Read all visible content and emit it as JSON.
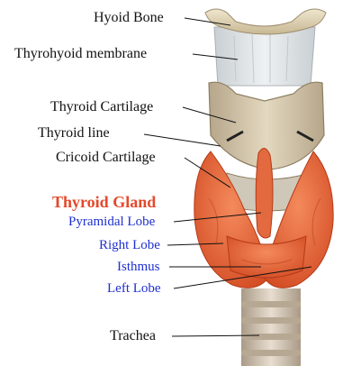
{
  "labels": {
    "hyoid_bone": "Hyoid Bone",
    "thyrohyoid_membrane": "Thyrohyoid membrane",
    "thyroid_cartilage": "Thyroid Cartilage",
    "thyroid_line": "Thyroid line",
    "cricoid_cartilage": "Cricoid Cartilage",
    "thyroid_gland": "Thyroid Gland",
    "pyramidal_lobe": "Pyramidal Lobe",
    "right_lobe": "Right Lobe",
    "isthmus": "Isthmus",
    "left_lobe": "Left Lobe",
    "trachea": "Trachea"
  },
  "colors": {
    "label_black": "#111111",
    "label_blue": "#1f2fd0",
    "label_red": "#e4482a",
    "gland": "#e8663e",
    "cartilage": "#d9cdb2",
    "membrane": "#d8dde0"
  }
}
